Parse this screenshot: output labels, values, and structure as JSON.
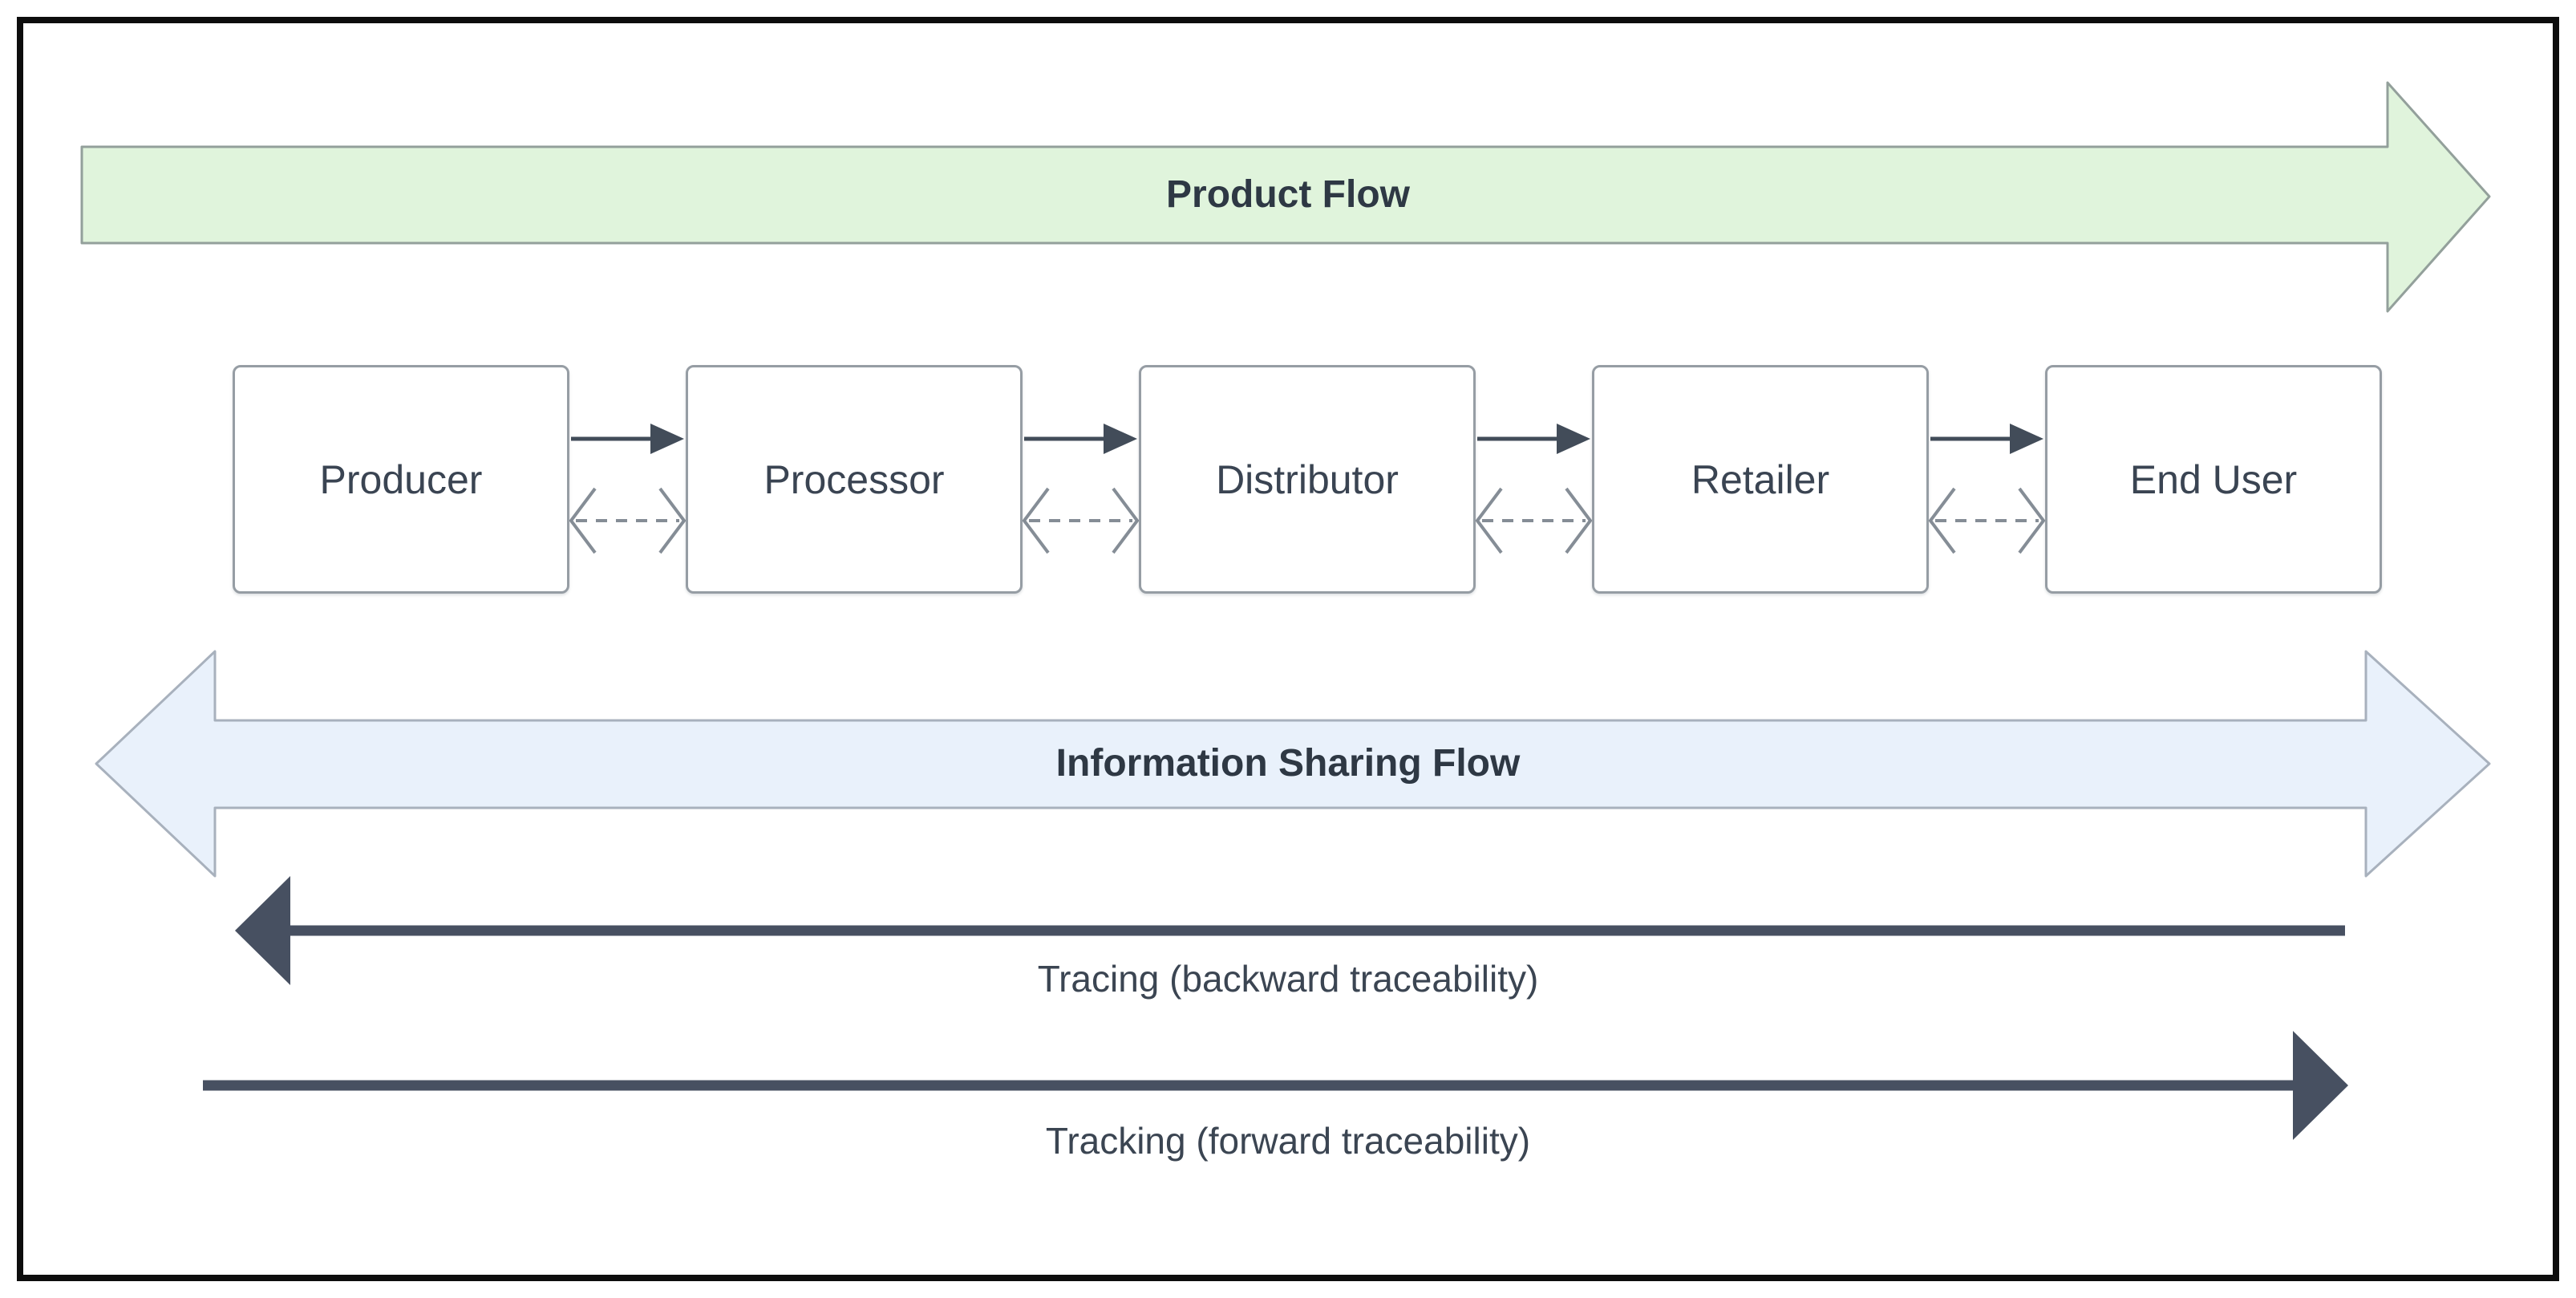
{
  "product_flow": {
    "label": "Product Flow",
    "direction": "right",
    "fill_color": "#e0f4dc",
    "border_color": "#93a09b"
  },
  "supply_chain": {
    "nodes": [
      "Producer",
      "Processor",
      "Distributor",
      "Retailer",
      "End User"
    ],
    "forward_connector": {
      "style": "solid",
      "direction": "right",
      "color": "#424c59"
    },
    "information_connector": {
      "style": "dashed",
      "direction": "both",
      "color": "#858d96"
    }
  },
  "information_sharing_flow": {
    "label": "Information Sharing Flow",
    "direction": "both",
    "fill_color": "#e9f1fb",
    "border_color": "#a8b1bd"
  },
  "traceability": {
    "tracing": {
      "label": "Tracing (backward traceability)",
      "direction": "left",
      "color": "#475061"
    },
    "tracking": {
      "label": "Tracking (forward traceability)",
      "direction": "right",
      "color": "#475061"
    }
  },
  "colors": {
    "background": "#ffffff",
    "frame_border": "#0d0d0d",
    "node_fill": "#ffffff",
    "node_border": "#969da4",
    "text": "#3a4452"
  }
}
